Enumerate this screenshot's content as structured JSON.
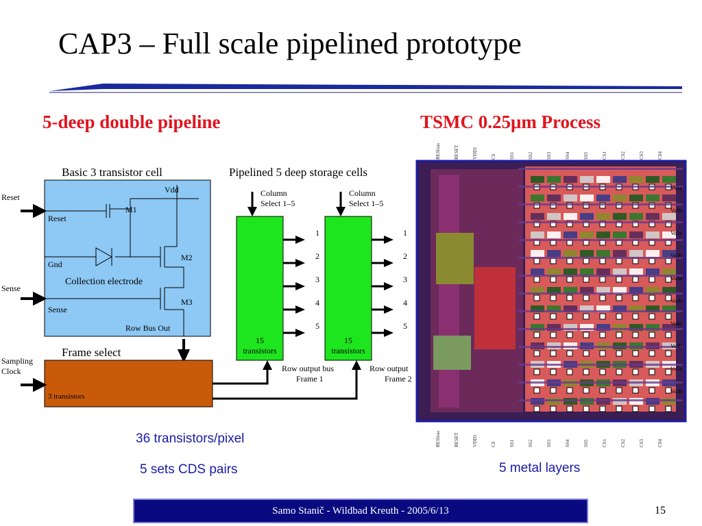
{
  "slide": {
    "title": "CAP3 – Full scale pipelined prototype",
    "left_subtitle": "5-deep double pipeline",
    "right_subtitle": "TSMC 0.25μm Process",
    "note_transistors": "36 transistors/pixel",
    "note_cds": "5 sets CDS pairs",
    "note_metal": "5 metal layers",
    "footer": "Samo Stanič - Wildbad Kreuth - 2005/6/13",
    "page_number": "15"
  },
  "diagram": {
    "cell_title": "Basic 3 transistor cell",
    "storage_title": "Pipelined 5 deep storage cells",
    "vdd": "Vdd",
    "m1": "M1",
    "m2": "M2",
    "m3": "M3",
    "reset_outer": "Reset",
    "reset_inner": "Reset",
    "gnd": "Gnd",
    "collection": "Collection electrode",
    "sense_outer": "Sense",
    "sense_inner": "Sense",
    "row_bus_out": "Row Bus Out",
    "frame_select": "Frame select",
    "sampling": "Sampling",
    "clock": "Clock",
    "three_transistors": "3 transistors",
    "column_1": "Column",
    "select_1": "Select 1–5",
    "column_2": "Column",
    "select_2": "Select 1–5",
    "block1_a": "15",
    "block1_b": "transistors",
    "block2_a": "15",
    "block2_b": "transistors",
    "outputs": [
      "1",
      "2",
      "3",
      "4",
      "5"
    ],
    "row_output_1a": "Row output bus",
    "row_output_1b": "Frame 1",
    "row_output_2a": "Row output",
    "row_output_2b": "Frame 2"
  },
  "layout_image": {
    "top_labels": [
      "RESbias",
      "RESET",
      "VDD1",
      "CS",
      "SS1",
      "SS2",
      "SS3",
      "SS4",
      "SS5",
      "CS1",
      "CS2",
      "CS3",
      "CS4"
    ],
    "right_labels": [
      "Vo1a",
      "Vo1b",
      "Vo2a",
      "Vo2b",
      "Vo3a",
      "Vo3b",
      "Vo4a",
      "Vo4b",
      "Vo5a",
      "Vo5b"
    ],
    "bottom_labels": [
      "RESbias",
      "RESET",
      "VDD1",
      "CS",
      "SS1",
      "SS2",
      "SS3",
      "SS4",
      "SS5",
      "CS1",
      "CS2",
      "CS3",
      "CS4"
    ]
  },
  "colors": {
    "title_red": "#e0141e",
    "cell_blue": "#8ec8f4",
    "storage_green": "#1ee61e",
    "frame_brown": "#c85a0a",
    "note_blue": "#1a1aa6",
    "footer_navy": "#0a0a80"
  }
}
